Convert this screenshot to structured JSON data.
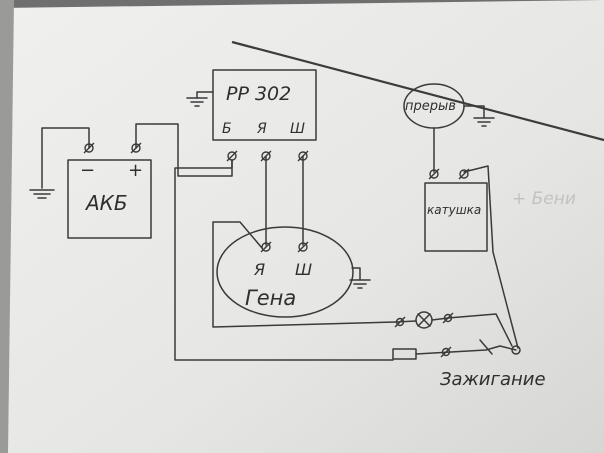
{
  "diagram": {
    "components": {
      "battery": {
        "label": "АКБ",
        "minus": "−",
        "plus": "+"
      },
      "regulator": {
        "label": "РР 302",
        "terminals": [
          "Б",
          "Я",
          "Ш"
        ]
      },
      "generator": {
        "label": "Гена",
        "terminals": [
          "Я",
          "Ш"
        ]
      },
      "breaker": {
        "label": "прерыв"
      },
      "coil": {
        "label": "катушка"
      },
      "ignition": {
        "label": "Зажигание"
      }
    },
    "bleed_text": "+ Бени"
  },
  "colors": {
    "paper": "#e9e9e7",
    "ink": "#3a3a3a",
    "background": "#6f6f6f"
  }
}
